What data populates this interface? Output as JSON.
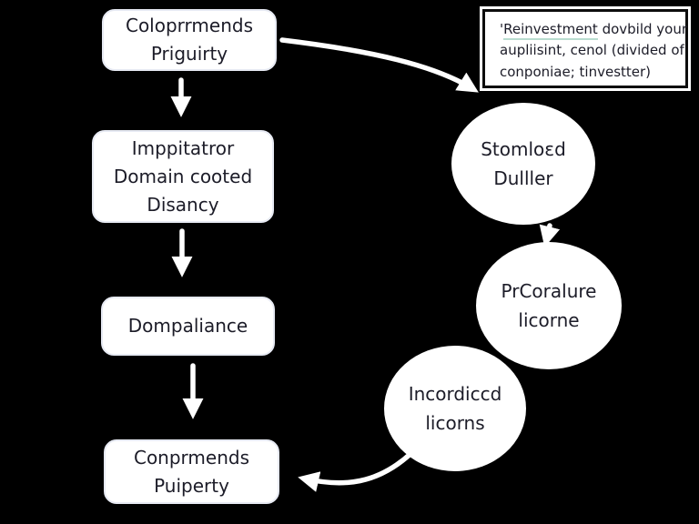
{
  "colors": {
    "bg": "#000000",
    "node-fill": "#ffffff",
    "text": "#1c1c28",
    "arrow": "#ffffff",
    "underline": "#b9ddd0",
    "note-border": "#0d0d0d"
  },
  "diagram": {
    "type": "flowchart",
    "boxes": [
      {
        "id": "box-1",
        "label": "Coloprrmends\nPriguirty"
      },
      {
        "id": "box-2",
        "label": "Imppitatror\nDomain cooted\nDisancy"
      },
      {
        "id": "box-3",
        "label": "Dompaliance"
      },
      {
        "id": "box-4",
        "label": "Conprmends\nPuiperty"
      }
    ],
    "circles": [
      {
        "id": "circle-1",
        "label": "Stomloɛd\nDulller"
      },
      {
        "id": "circle-2",
        "label": "PrCoralure\nlicorne"
      },
      {
        "id": "circle-3",
        "label": "Incordiccd\nlicorns"
      }
    ],
    "note": {
      "line1_prefix": "'",
      "line1_underlined": "Reinvestment",
      "line1_rest": " dovbild your",
      "line2": "aupliisint, cenol (divided of",
      "line3": "conponiae; tinvestter)"
    },
    "connections": [
      {
        "from": "box-1",
        "to": "box-2",
        "style": "straight-down"
      },
      {
        "from": "box-2",
        "to": "box-3",
        "style": "straight-down"
      },
      {
        "from": "box-3",
        "to": "box-4",
        "style": "straight-down"
      },
      {
        "from": "box-1",
        "to": "circle-1",
        "style": "curved"
      },
      {
        "from": "circle-1",
        "to": "circle-2",
        "style": "short-down"
      },
      {
        "from": "circle-3",
        "to": "box-4",
        "style": "curved"
      }
    ]
  }
}
